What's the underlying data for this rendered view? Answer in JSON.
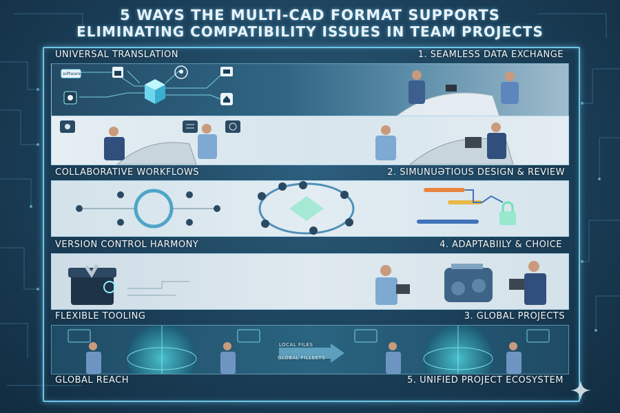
{
  "title": {
    "line1": "5 WAYS THE MULTI-CAD FORMAT SUPPORTS",
    "line2": "ELIMINATING COMPATIBILITY ISSUES IN TEAM PROJECTS"
  },
  "sections": {
    "universal_translation": "UNIVERSAL TRANSLATION",
    "seamless_data_exchange": "1. SEAMLESS DATA EXCHANGE",
    "collaborative_workflows": "COLLABORATIVE WORKFLOWS",
    "simultaneous_design": "2. SIMUNUƏTIOUS DESIGN & REVIEW",
    "version_control": "VERSION CONTROL HARMONY",
    "adaptability": "4. ADAPTABIILY & CHOICE",
    "flexible_tooling": "FLEXIBLE TOOLING",
    "global_projects": "3. GLOBAL PROJECTS",
    "global_reach": "GLOBAL REACH",
    "unified_ecosystem": "5. UNIFIED PROJECT ECOSYSTEM"
  },
  "arrow_labels": {
    "local_files": "LOCAL FILES",
    "global_fileets": "GLOBAL FILLEETS"
  },
  "icons": {
    "band1": [
      "software-icon",
      "factory-icon",
      "bulb-icon",
      "cube-icon",
      "gear-icon",
      "home-icon"
    ],
    "band2": [
      "camera-icon",
      "document-icon",
      "shield-icon"
    ],
    "sparkle": "sparkle-icon"
  },
  "colors": {
    "background": "#1b3f58",
    "frame": "#6fc6e8",
    "band_light": "#d9e6ee",
    "accent_green": "#6fe0b0",
    "bar_orange": "#e8843c",
    "bar_gold": "#e9b84a",
    "bar_blue": "#3f73b8"
  }
}
